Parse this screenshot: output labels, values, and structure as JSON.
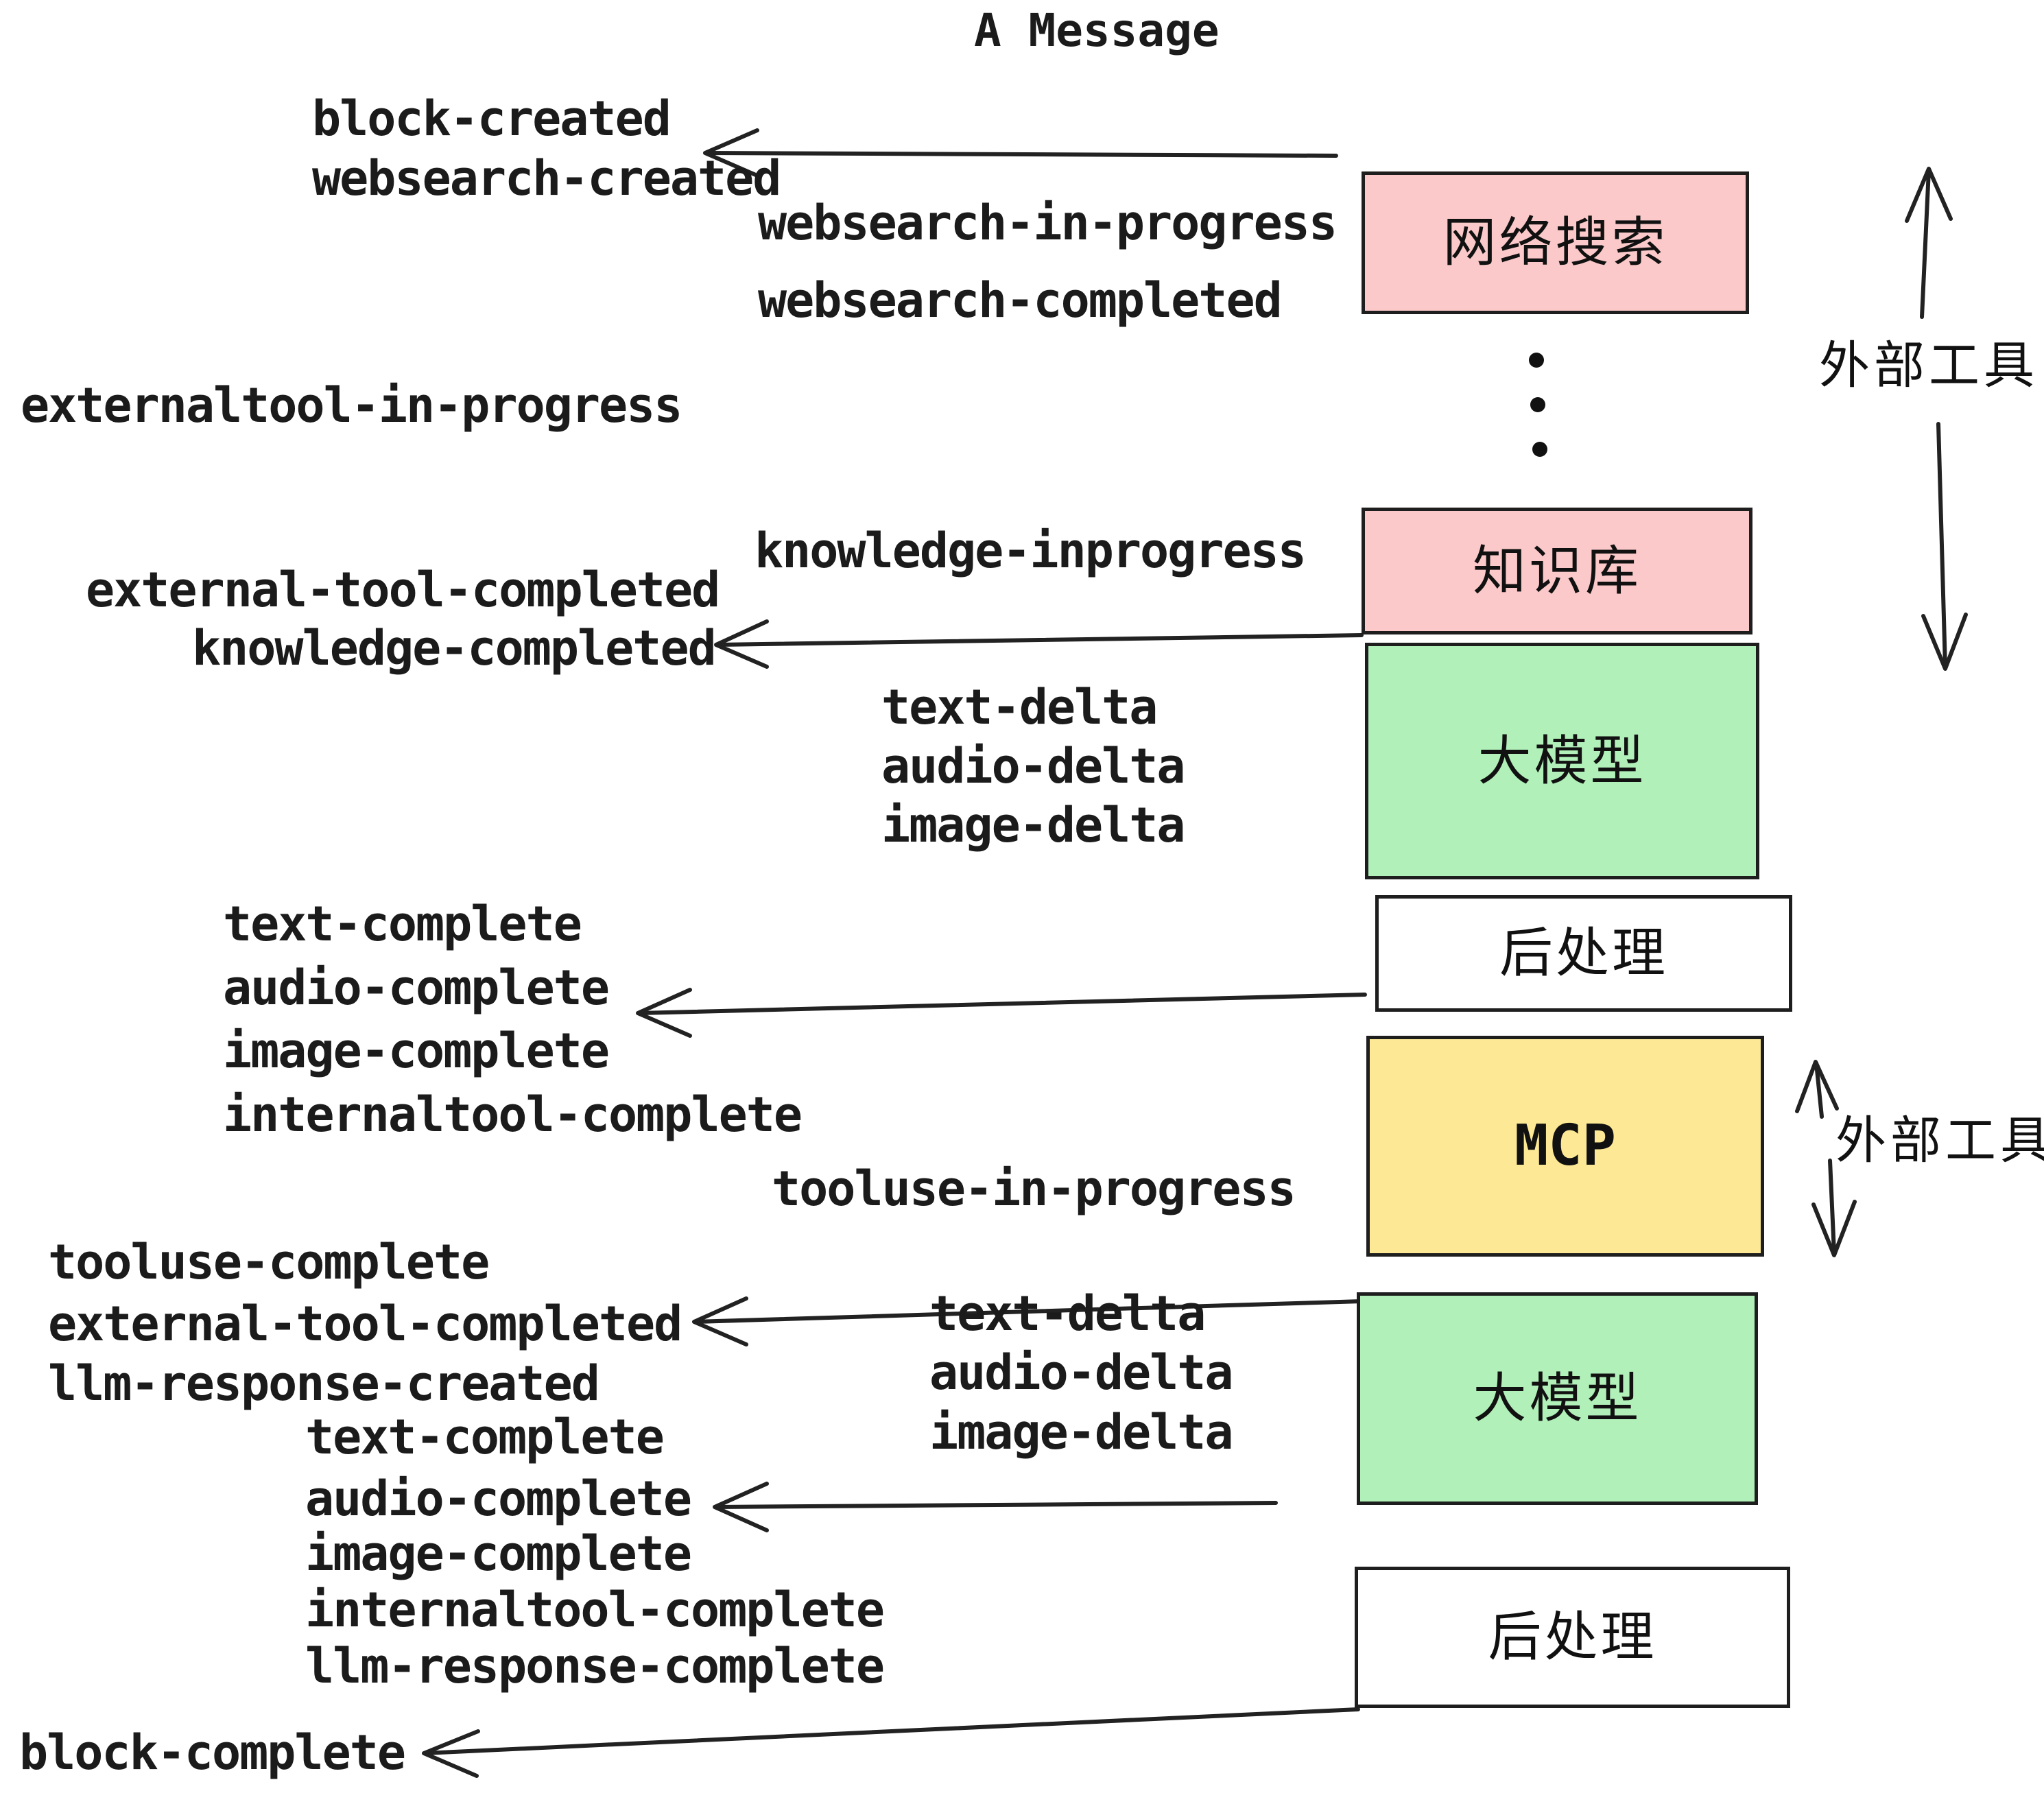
{
  "title": "A Message",
  "colors": {
    "background": "#ffffff",
    "text": "#1b1b1b",
    "box_border": "#1e1e1e",
    "arrow": "#222222",
    "pink": "#fbc9c9",
    "green": "#b1f0b9",
    "yellow": "#fde995",
    "white": "#ffffff"
  },
  "events": {
    "block_created": "block-created",
    "websearch_created": "websearch-created",
    "websearch_in_progress": "websearch-in-progress",
    "websearch_completed": "websearch-completed",
    "externaltool_in_progress": "externaltool-in-progress",
    "knowledge_inprogress": "knowledge-inprogress",
    "external_tool_completed_a": "external-tool-completed",
    "knowledge_completed": "knowledge-completed",
    "text_delta_a": "text-delta",
    "audio_delta_a": "audio-delta",
    "image_delta_a": "image-delta",
    "text_complete_a": "text-complete",
    "audio_complete_a": "audio-complete",
    "image_complete_a": "image-complete",
    "internaltool_complete_a": "internaltool-complete",
    "tooluse_in_progress": "tooluse-in-progress",
    "tooluse_complete": "tooluse-complete",
    "external_tool_completed_b": "external-tool-completed",
    "llm_response_created": "llm-response-created",
    "text_delta_b": "text-delta",
    "audio_delta_b": "audio-delta",
    "image_delta_b": "image-delta",
    "text_complete_b": "text-complete",
    "audio_complete_b": "audio-complete",
    "image_complete_b": "image-complete",
    "internaltool_complete_b": "internaltool-complete",
    "llm_response_complete": "llm-response-complete",
    "block_complete": "block-complete"
  },
  "boxes": [
    {
      "id": "websearch",
      "label": "网络搜索",
      "fill": "#fbc9c9"
    },
    {
      "id": "knowledge",
      "label": "知识库",
      "fill": "#fbc9c9"
    },
    {
      "id": "llm-1",
      "label": "大模型",
      "fill": "#b1f0b9"
    },
    {
      "id": "post-1",
      "label": "后处理",
      "fill": "#ffffff"
    },
    {
      "id": "mcp",
      "label": "MCP",
      "fill": "#fde995"
    },
    {
      "id": "llm-2",
      "label": "大模型",
      "fill": "#b1f0b9"
    },
    {
      "id": "post-2",
      "label": "后处理",
      "fill": "#ffffff"
    }
  ],
  "side_labels": {
    "external_tools_top": "外部工具",
    "external_tools_bottom": "外部工具"
  }
}
